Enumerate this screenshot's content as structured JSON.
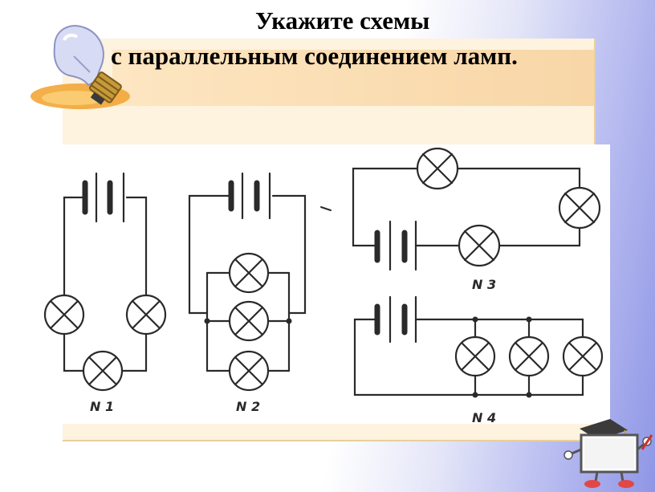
{
  "title": {
    "line1": "Укажите схемы",
    "line2": "с параллельным соединением ламп."
  },
  "diagrams": [
    {
      "label": "N 1"
    },
    {
      "label": "N 2"
    },
    {
      "label": "N 3"
    },
    {
      "label": "N 4"
    }
  ],
  "colors": {
    "background_right": "#8f96e6",
    "panel": "#fdf3df",
    "ink": "#2a2a2a"
  },
  "icons": [
    "lightbulb-icon",
    "teacher-board-icon"
  ]
}
